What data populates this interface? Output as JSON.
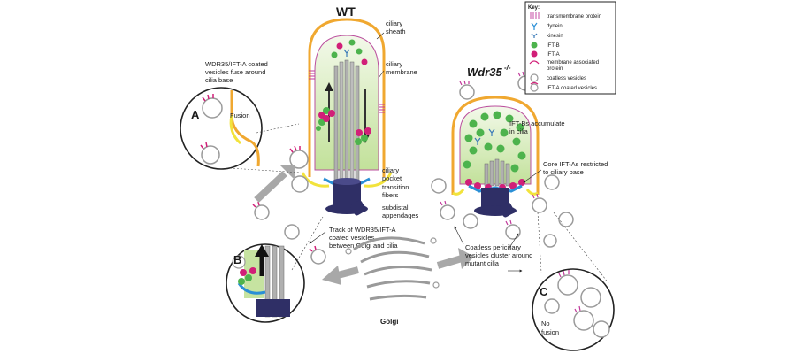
{
  "headings": {
    "wt": "WT",
    "mutant_gene": "Wdr35",
    "mutant_sup": "-/-"
  },
  "key": {
    "title": "Key:",
    "items": [
      {
        "icon": "transmembrane-protein-icon",
        "label": "transmembrane protein"
      },
      {
        "icon": "dynein-icon",
        "label": "dynein"
      },
      {
        "icon": "kinesin-icon",
        "label": "kinesin"
      },
      {
        "icon": "ift-b-icon",
        "label": "IFT-B"
      },
      {
        "icon": "ift-a-icon",
        "label": "IFT-A"
      },
      {
        "icon": "membrane-associated-protein-icon",
        "label": "membrane associated",
        "label2": "protein"
      },
      {
        "icon": "coatless-vesicle-icon",
        "label": "coatless vesicles"
      },
      {
        "icon": "ift-a-coated-vesicle-icon",
        "label": "IFT-A coated vesicles"
      }
    ]
  },
  "wt_labels": {
    "ciliary_sheath": [
      "ciliary",
      "sheath"
    ],
    "ciliary_membrane": [
      "ciliary",
      "membrane"
    ],
    "ciliary_pocket": [
      "ciliary",
      "pocket"
    ],
    "transition_fibers": [
      "transition",
      "fibers"
    ],
    "subdistal_appendages": [
      "subdistal",
      "appendages"
    ],
    "fuse_note": [
      "WDR35/IFT-A coated",
      "vesicles fuse around",
      "cilia base"
    ],
    "track_note": [
      "Track of WDR35/IFT-A",
      "coated vesicles",
      "between Golgi and cilia"
    ]
  },
  "mutant_labels": {
    "iftb_accumulate": [
      "IFT-Bs accumulate",
      "in cilia"
    ],
    "core_ifta": [
      "Core IFT-As restricted",
      "to ciliary base"
    ],
    "coatless_cluster": [
      "Coatless periciliary",
      "vesicles cluster around",
      "mutant cilia"
    ]
  },
  "insets": {
    "a_letter": "A",
    "a_fusion": "Fusion",
    "b_letter": "B",
    "c_letter": "C",
    "c_no_fusion": [
      "No",
      "fusion"
    ]
  },
  "golgi_label": "Golgi",
  "colors": {
    "sheath": "#f0a830",
    "fusion_yellow": "#f2e33c",
    "cilium_green": "#c6e3a1",
    "axoneme": "#b0b0b0",
    "basal_body": "#2f2f66",
    "transition_blue": "#2a8fd6",
    "ift_a": "#d11f78",
    "ift_b": "#4db34d",
    "tm_protein": "#c0389a",
    "vesicle": "#9a9a9a",
    "arrow_gray": "#a8a8a8"
  }
}
